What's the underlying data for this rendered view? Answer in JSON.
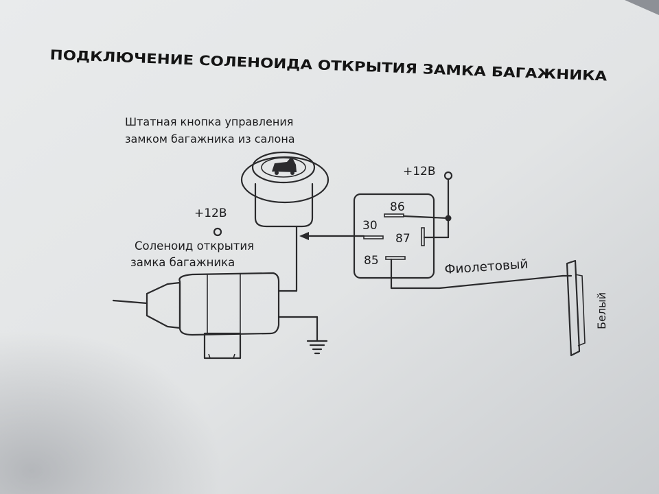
{
  "title": "ПОДКЛЮЧЕНИЕ СОЛЕНОИДА ОТКРЫТИЯ ЗАМКА БАГАЖНИКА",
  "button_label": {
    "line1": "Штатная кнопка управления",
    "line2": "замком багажника из салона"
  },
  "solenoid_label": {
    "line1": "Соленоид открытия",
    "line2": "замка багажника"
  },
  "power_left": "+12В",
  "power_right": "+12В",
  "relay_pins": {
    "p86": "86",
    "p30": "30",
    "p87": "87",
    "p85": "85"
  },
  "wire_violet": "Фиолетовый",
  "wire_white": "Белый",
  "colors": {
    "paper": "#e4e6e7",
    "ink": "#2a2a2c"
  }
}
